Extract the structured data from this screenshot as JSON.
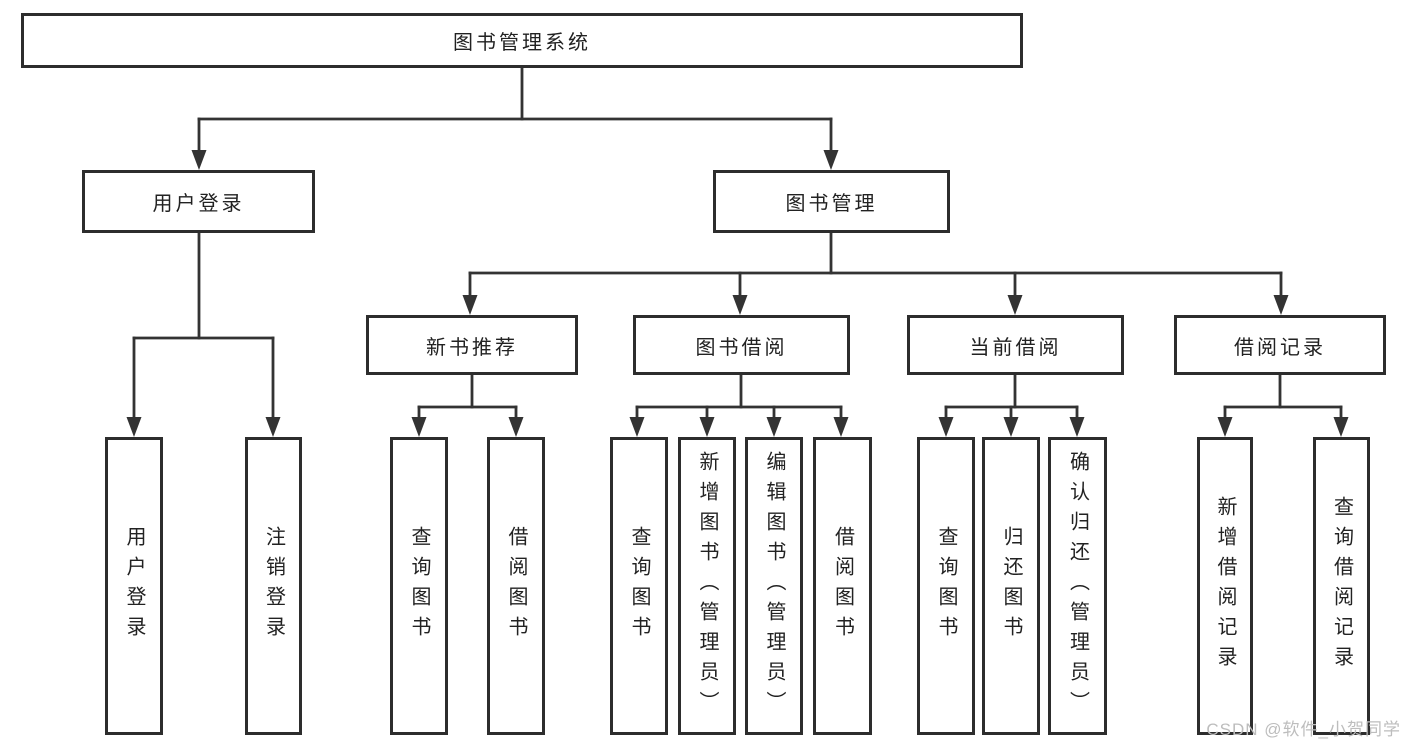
{
  "colors": {
    "line": "#333333",
    "box_border": "#2d2d2d",
    "text": "#222222",
    "watermark": "#bdbdbd",
    "background": "#ffffff"
  },
  "watermark": "CSDN @软件_小贺同学",
  "tree": {
    "root": {
      "label": "图书管理系统",
      "children": [
        {
          "label": "用户登录",
          "children": [
            {
              "label": "用户登录"
            },
            {
              "label": "注销登录"
            }
          ]
        },
        {
          "label": "图书管理",
          "children": [
            {
              "label": "新书推荐",
              "children": [
                {
                  "label": "查询图书"
                },
                {
                  "label": "借阅图书"
                }
              ]
            },
            {
              "label": "图书借阅",
              "children": [
                {
                  "label": "查询图书"
                },
                {
                  "label": "新增图书（管理员）"
                },
                {
                  "label": "编辑图书（管理员）"
                },
                {
                  "label": "借阅图书"
                }
              ]
            },
            {
              "label": "当前借阅",
              "children": [
                {
                  "label": "查询图书"
                },
                {
                  "label": "归还图书"
                },
                {
                  "label": "确认归还（管理员）"
                }
              ]
            },
            {
              "label": "借阅记录",
              "children": [
                {
                  "label": "新增借阅记录"
                },
                {
                  "label": "查询借阅记录"
                }
              ]
            }
          ]
        }
      ]
    }
  }
}
